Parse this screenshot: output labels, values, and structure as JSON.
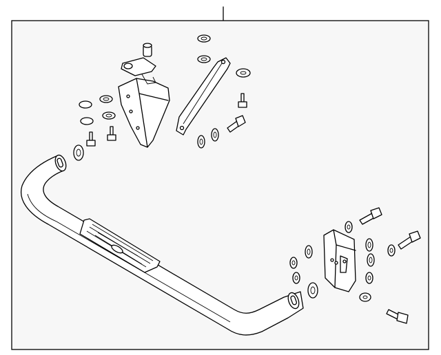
{
  "diagram": {
    "kind": "exploded-parts-view",
    "background": "#ffffff",
    "panel_fill": "#f7f7f7",
    "line_color": "#000000",
    "parts": [
      {
        "name": "running-board-tube",
        "icon": "tube-step-icon"
      },
      {
        "name": "front-mounting-bracket",
        "icon": "bracket-icon"
      },
      {
        "name": "support-strap",
        "icon": "strap-icon"
      },
      {
        "name": "rear-mounting-bracket",
        "icon": "bracket-icon"
      },
      {
        "name": "bolt",
        "icon": "bolt-icon"
      },
      {
        "name": "washer",
        "icon": "washer-icon"
      }
    ]
  }
}
